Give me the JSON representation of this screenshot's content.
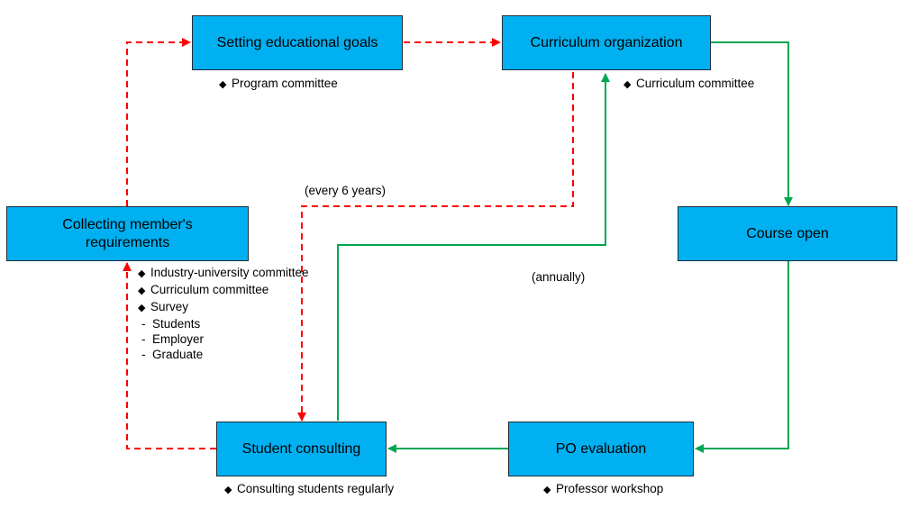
{
  "boxes": {
    "setting_goals": "Setting educational goals",
    "curriculum_org": "Curriculum organization",
    "collecting_requirements": "Collecting member's requirements",
    "course_open": "Course open",
    "student_consulting": "Student consulting",
    "po_evaluation": "PO evaluation"
  },
  "notes": {
    "program_committee": "Program committee",
    "curriculum_committee": "Curriculum committee",
    "requirements": {
      "items": [
        "Industry-university committee",
        "Curriculum committee",
        "Survey"
      ],
      "sub_items": [
        "Students",
        "Employer",
        "Graduate"
      ]
    },
    "consulting": "Consulting students regularly",
    "professor_workshop": "Professor workshop"
  },
  "labels": {
    "every_6_years": "(every 6 years)",
    "annually": "(annually)"
  },
  "colors": {
    "box_fill": "#00b0f0",
    "box_border": "#1f2d3a",
    "dashed_arrow": "#ff0000",
    "solid_arrow": "#00a651"
  },
  "symbols": {
    "bullet": "◆",
    "dash": "-"
  }
}
